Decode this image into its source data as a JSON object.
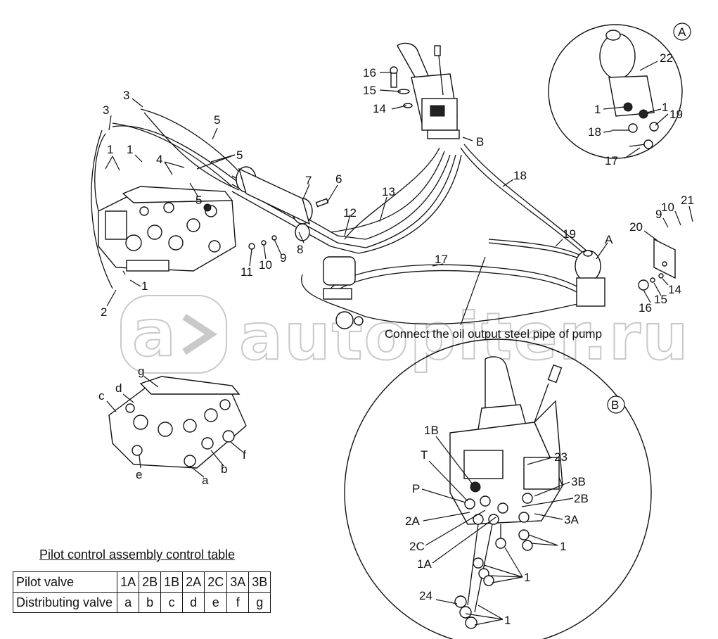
{
  "callouts": {
    "c1": "1",
    "c1b": "1",
    "c1c": "1",
    "c1d": "1",
    "c1e": "1",
    "c1f": "1",
    "c1g": "1",
    "c1h": "1",
    "c2": "2",
    "c3a": "3",
    "c3b": "3",
    "c4": "4",
    "c5a": "5",
    "c5b": "5",
    "c5c": "5",
    "c6": "6",
    "c7": "7",
    "c8": "8",
    "c9a": "9",
    "c9b": "9",
    "c10a": "10",
    "c10b": "10",
    "c11": "11",
    "c12": "12",
    "c13": "13",
    "c14a": "14",
    "c14b": "14",
    "c15a": "15",
    "c15b": "15",
    "c16a": "16",
    "c16b": "16",
    "c17a": "17",
    "c17b": "17",
    "c18a": "18",
    "c18b": "18",
    "c19a": "19",
    "c19b": "19",
    "c20": "20",
    "c21": "21",
    "c22": "22",
    "c23": "23",
    "c24": "24",
    "cA": "A",
    "cB": "B",
    "p1A": "1A",
    "p1B": "1B",
    "p2A": "2A",
    "p2B": "2B",
    "p2C": "2C",
    "p3A": "3A",
    "p3B": "3B",
    "pT": "T",
    "pP": "P",
    "la": "a",
    "lb": "b",
    "lc": "c",
    "ld": "d",
    "le": "e",
    "lf": "f",
    "lg": "g"
  },
  "detail_labels": {
    "A": "A",
    "B": "B"
  },
  "note": "Connect the oil output steel pipe of pump",
  "watermark": "autopiter.ru",
  "table": {
    "title": "Pilot control assembly control table",
    "row1_head": "Pilot valve",
    "row1": [
      "1A",
      "2B",
      "1B",
      "2A",
      "2C",
      "3A",
      "3B"
    ],
    "row2_head": "Distributing valve",
    "row2": [
      "a",
      "b",
      "c",
      "d",
      "e",
      "f",
      "g"
    ]
  }
}
